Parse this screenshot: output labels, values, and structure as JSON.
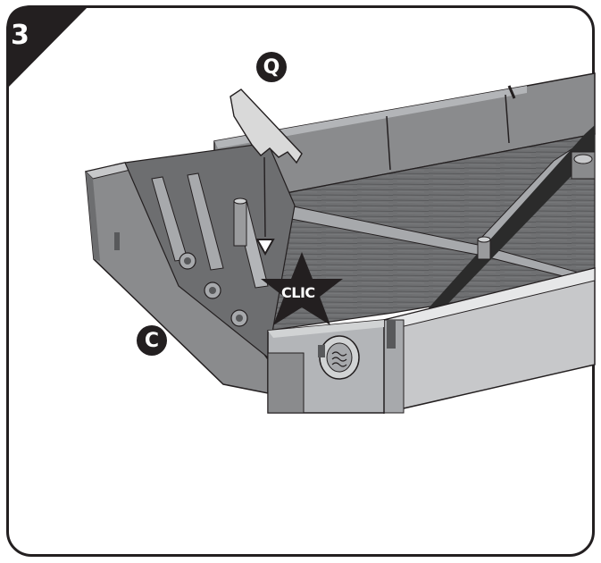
{
  "step": {
    "number": "3"
  },
  "labels": {
    "q": "Q",
    "c": "C",
    "clic": "CLIC"
  },
  "colors": {
    "frame": "#231f20",
    "tray_dark": "#6d6e70",
    "tray_mid": "#8a8b8d",
    "tray_light": "#a7a9ac",
    "tray_highlight": "#d1d3d4",
    "key_part": "#d9d9d9"
  }
}
